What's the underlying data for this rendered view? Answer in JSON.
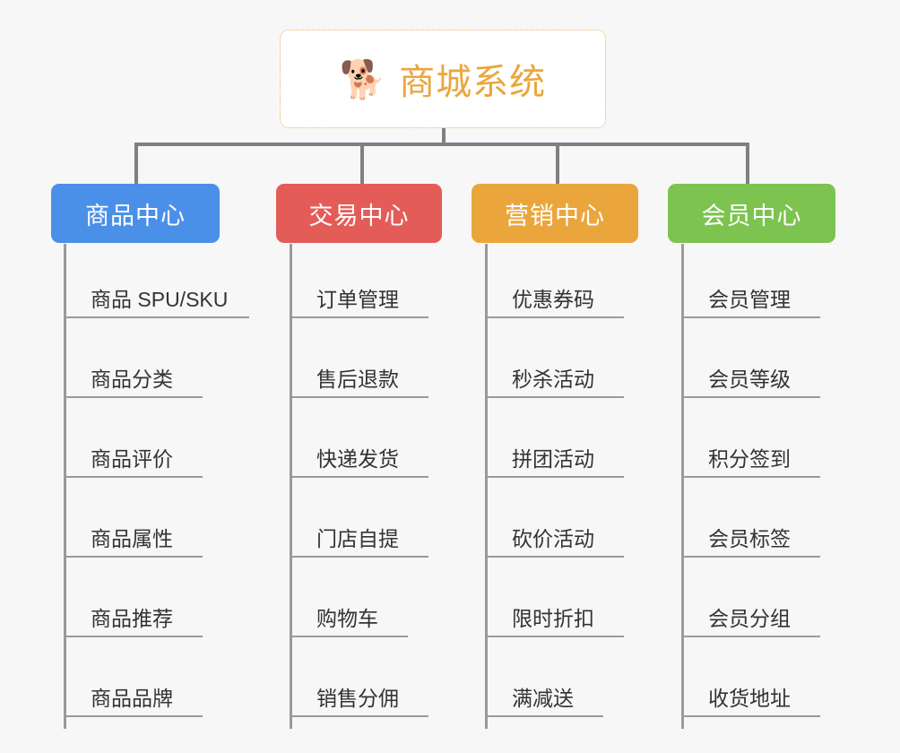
{
  "page": {
    "background_color": "#f7f7f7",
    "connector_color": "#808080",
    "branch_line_color": "#9a9a9a"
  },
  "root": {
    "icon": "shiba-dog-face-emoji",
    "icon_glyph": "🐕",
    "title": "商城系统",
    "title_color": "#eaa63c",
    "border_color": "#e8b55a",
    "background": "#ffffff"
  },
  "branches": [
    {
      "label": "商品中心",
      "color": "#4a90e8",
      "items": [
        "商品 SPU/SKU",
        "商品分类",
        "商品评价",
        "商品属性",
        "商品推荐",
        "商品品牌"
      ]
    },
    {
      "label": "交易中心",
      "color": "#e45c58",
      "items": [
        "订单管理",
        "售后退款",
        "快递发货",
        "门店自提",
        "购物车",
        "销售分佣"
      ]
    },
    {
      "label": "营销中心",
      "color": "#eaa63c",
      "items": [
        "优惠券码",
        "秒杀活动",
        "拼团活动",
        "砍价活动",
        "限时折扣",
        "满减送"
      ]
    },
    {
      "label": "会员中心",
      "color": "#7cc350",
      "items": [
        "会员管理",
        "会员等级",
        "积分签到",
        "会员标签",
        "会员分组",
        "收货地址"
      ]
    }
  ]
}
